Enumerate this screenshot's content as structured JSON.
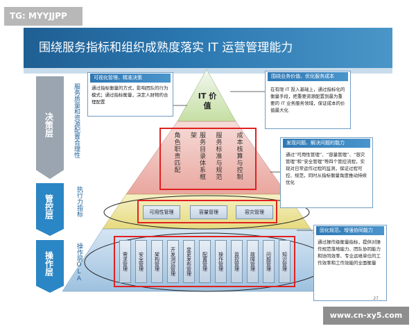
{
  "watermark_top": "TG: MYYJJPP",
  "watermark_bottom": "www.cn-xy5.com",
  "title": "围绕服务指标和组织成熟度落实 IT 运营管理能力",
  "layers": {
    "decision": "决策层",
    "control": "管控层",
    "operation": "操作层"
  },
  "layer_captions": {
    "decision": "服务质量和资源配置合理性",
    "control": "执行力指标",
    "operation": "操作层OLA"
  },
  "pyramid_top": "IT 价值",
  "strategy_cells": [
    "角色职责匹配",
    "服务目录体系框架",
    "服务标准与规范",
    "成本核算与控制"
  ],
  "control_items": [
    "可用性管理",
    "容量管理",
    "容灾管理"
  ],
  "operation_items": [
    "需求管理",
    "安全管理",
    "架构管理",
    "开发测试管理",
    "变更发布管理",
    "配置管理",
    "操作管理",
    "监控管理",
    "故障管理",
    "问题管理",
    "知识管理"
  ],
  "callouts": {
    "left_top": {
      "heading": "可视化管理、精准决策",
      "body": "通过指标衡量的方式，影响团队的行为模式；通过指标衡量，决定人财物的合理配置"
    },
    "right_top": {
      "heading": "围绕业务价值、优化服务成本",
      "body": "在有限 IT 投入基础上，通过指标化的衡量手段，把重要资源配置到最为重要的 IT 业务服务领域，保证成本的价值最大化"
    },
    "right_mid": {
      "heading": "发现问题、解决问题的能力",
      "body": "通过“可用性管理”、“容量管理”、“容灾管理”和“安全管理”等四个管控流程，实现对日常运作过程的监测，保证过程可控、规范，同时从指标衡量角度推动持续优化"
    },
    "right_bottom": {
      "heading": "固化规范、增强协同能力",
      "body": "通过操作级衡量指标，提供对操作规范落地能力、团队协同能力和协同效率、专业运维单位的工作效率和工作效能的全面衡量"
    }
  },
  "page_number": "27",
  "colors": {
    "title_bar": "#2b77b0",
    "decision_layer": "#9aa5b0",
    "control_layer": "#2b86c5",
    "operation_layer": "#2b86c5",
    "highlight": "#e02020"
  }
}
